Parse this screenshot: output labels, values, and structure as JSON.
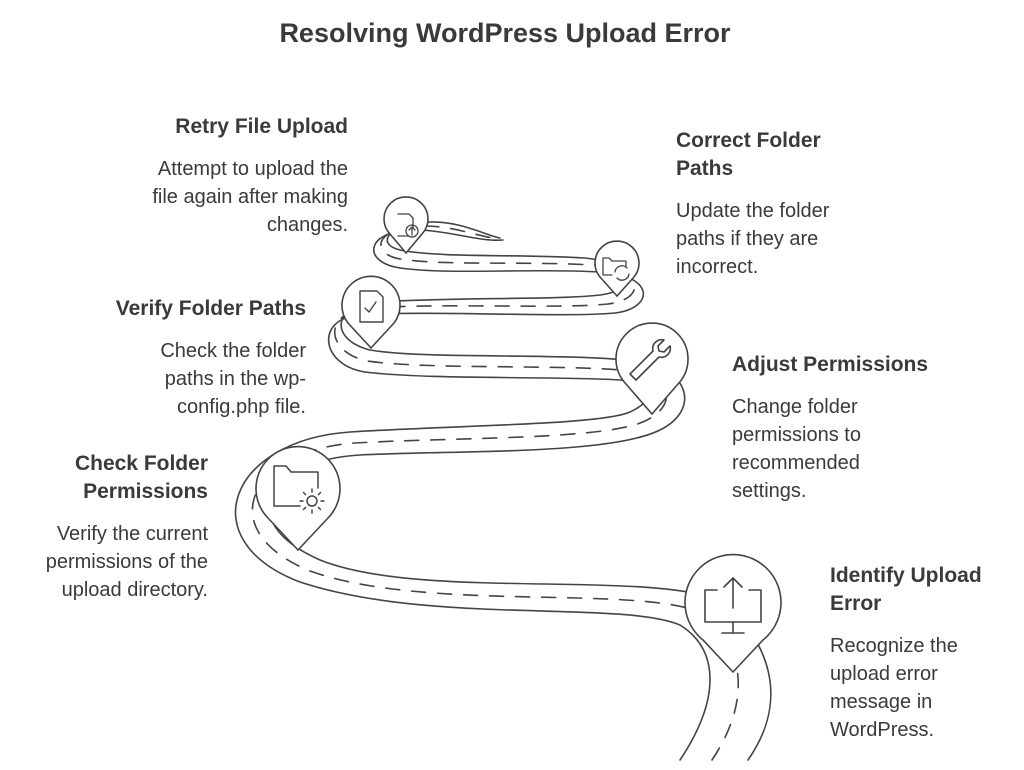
{
  "title": "Resolving WordPress Upload Error",
  "steps": [
    {
      "heading": "Identify Upload Error",
      "text": "Recognize the upload error message in WordPress.",
      "icon": "upload-monitor-icon"
    },
    {
      "heading": "Check Folder Permissions",
      "text": "Verify the current permissions of the upload directory.",
      "icon": "folder-gear-icon"
    },
    {
      "heading": "Adjust Permissions",
      "text": "Change folder permissions to recommended settings.",
      "icon": "wrench-icon"
    },
    {
      "heading": "Verify Folder Paths",
      "text": "Check the folder paths in the wp-config.php file.",
      "icon": "file-check-icon"
    },
    {
      "heading": "Correct Folder Paths",
      "text": "Update the folder paths if they are incorrect.",
      "icon": "folder-refresh-icon"
    },
    {
      "heading": "Retry File Upload",
      "text": "Attempt to upload the file again after making changes.",
      "icon": "file-upload-icon"
    }
  ],
  "colors": {
    "stroke": "#444444",
    "text": "#3a3a3a",
    "background": "#ffffff"
  }
}
